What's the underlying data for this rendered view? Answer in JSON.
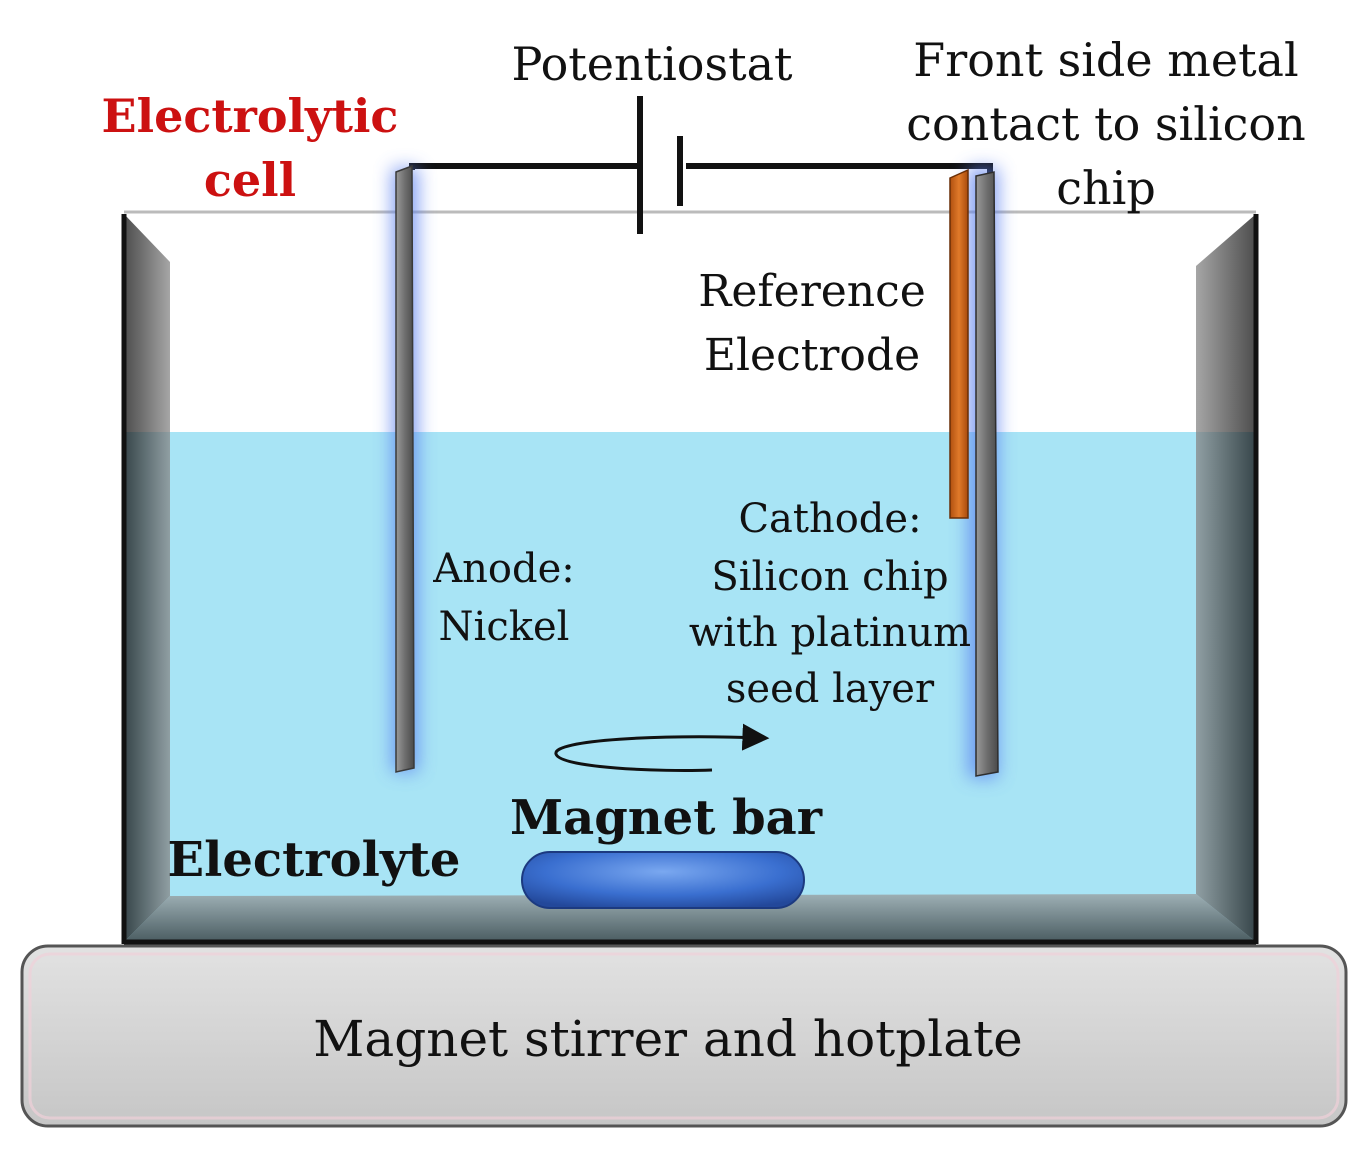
{
  "labels": {
    "potentiostat": "Potentiostat",
    "cell_title_line1": "Electrolytic",
    "cell_title_line2": "cell",
    "contact_line1": "Front side metal",
    "contact_line2": "contact to silicon",
    "contact_line3": "chip",
    "reference_line1": "Reference",
    "reference_line2": "Electrode",
    "anode_line1": "Anode:",
    "anode_line2": "Nickel",
    "cathode_line1": "Cathode:",
    "cathode_line2": "Silicon chip",
    "cathode_line3": "with platinum",
    "cathode_line4": "seed layer",
    "magnet_bar": "Magnet bar",
    "electrolyte": "Electrolyte",
    "stirrer": "Magnet stirrer and hotplate"
  },
  "colors": {
    "cell_title": "#cc1111",
    "electrolyte": "#a8e4f5",
    "cell_frame": "#1a1a1a",
    "electrode_gray": "#7a7a7a",
    "reference_copper": "#d2691e",
    "magnet_bar": "#3a6fd0",
    "hotplate_fill": "#d3d3d3",
    "electrode_glow": "#6f8ff0"
  },
  "icons": {
    "rotation": "curved-arrow",
    "battery": "battery-cell-symbol"
  }
}
